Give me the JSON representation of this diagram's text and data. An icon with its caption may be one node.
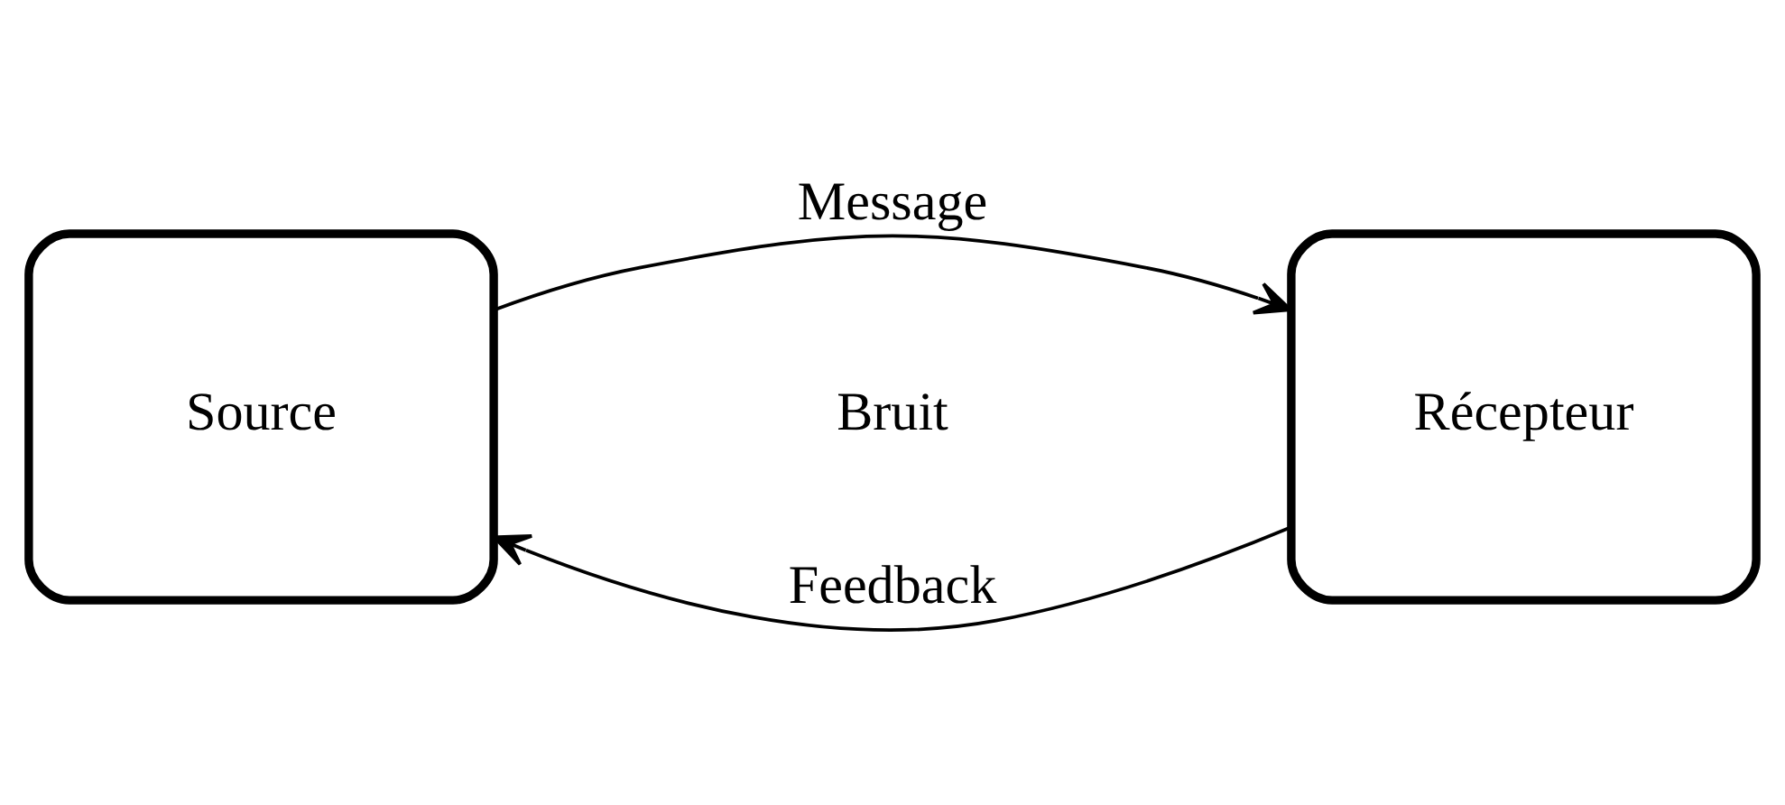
{
  "diagram": {
    "nodes": [
      {
        "text": [
          "Source"
        ]
      },
      {
        "text": [
          "Récepteur"
        ]
      }
    ],
    "edges": [
      {
        "from": 0,
        "to": 1,
        "arrow": "to",
        "label": "Message"
      },
      {
        "from": 1,
        "to": 0,
        "arrow": "to",
        "label": "Feedback"
      }
    ],
    "labels": [
      "Bruit"
    ]
  }
}
